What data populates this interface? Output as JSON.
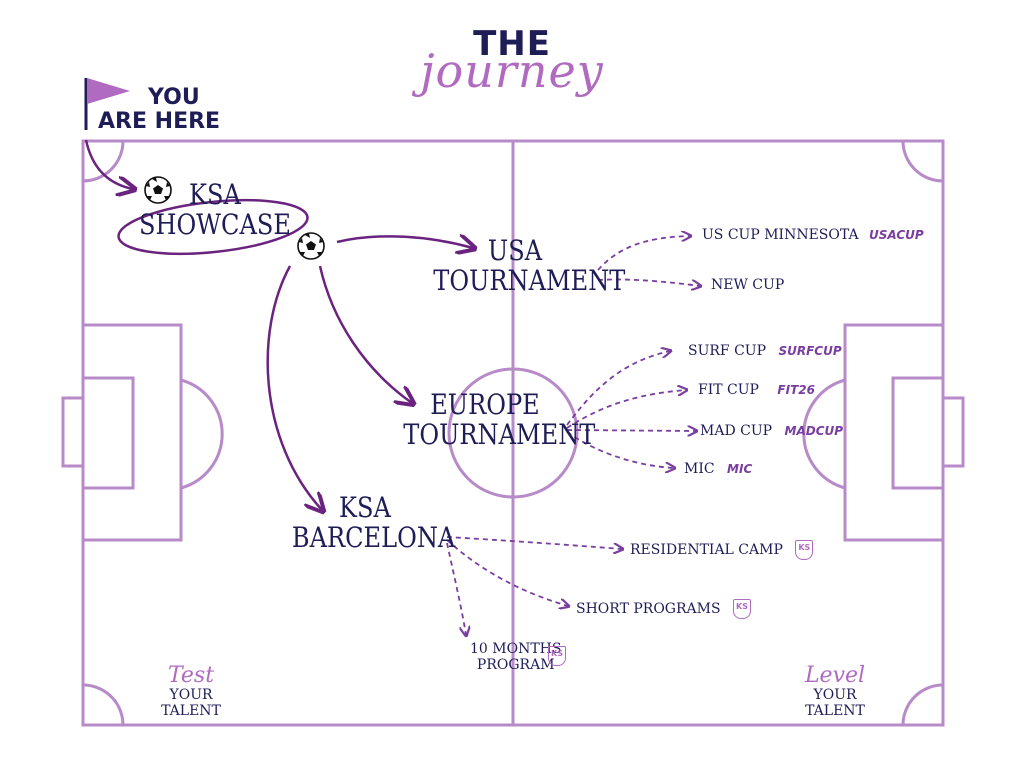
{
  "title": {
    "line1": "THE",
    "line2": "journey"
  },
  "marker": {
    "line1": "YOU",
    "line2": "ARE HERE"
  },
  "stages": {
    "showcase": {
      "line1": "KSA",
      "line2": "SHOWCASE"
    },
    "usa": {
      "line1": "USA",
      "line2": "TOURNAMENT"
    },
    "europe": {
      "line1": "EUROPE",
      "line2": "TOURNAMENT"
    },
    "barcelona": {
      "line1": "KSA",
      "line2": "BARCELONA"
    }
  },
  "usa_items": [
    {
      "label": "US CUP MINNESOTA",
      "logo": "USACUP"
    },
    {
      "label": "NEW CUP",
      "logo": ""
    }
  ],
  "europe_items": [
    {
      "label": "SURF CUP",
      "logo": "SURFCUP"
    },
    {
      "label": "FIT CUP",
      "logo": "FIT26"
    },
    {
      "label": "MAD CUP",
      "logo": "MADCUP"
    },
    {
      "label": "MIC",
      "logo": "MIC"
    }
  ],
  "barcelona_items": [
    {
      "label": "RESIDENTIAL CAMP",
      "logo": "KS"
    },
    {
      "label": "SHORT PROGRAMS",
      "logo": "KS"
    },
    {
      "label": "10 MONTHS",
      "label2": "PROGRAM",
      "logo": "KS"
    }
  ],
  "footer": {
    "left": {
      "script": "Test",
      "text": "YOUR TALENT"
    },
    "right": {
      "script": "Level",
      "text": "YOUR TALENT"
    }
  },
  "colors": {
    "navy": "#1f1d56",
    "purple": "#b06bc0",
    "deep_purple": "#6a2480",
    "line": "#b78ac8"
  },
  "icons": [
    "flag-icon",
    "soccer-ball-icon",
    "ks-badge-icon"
  ]
}
